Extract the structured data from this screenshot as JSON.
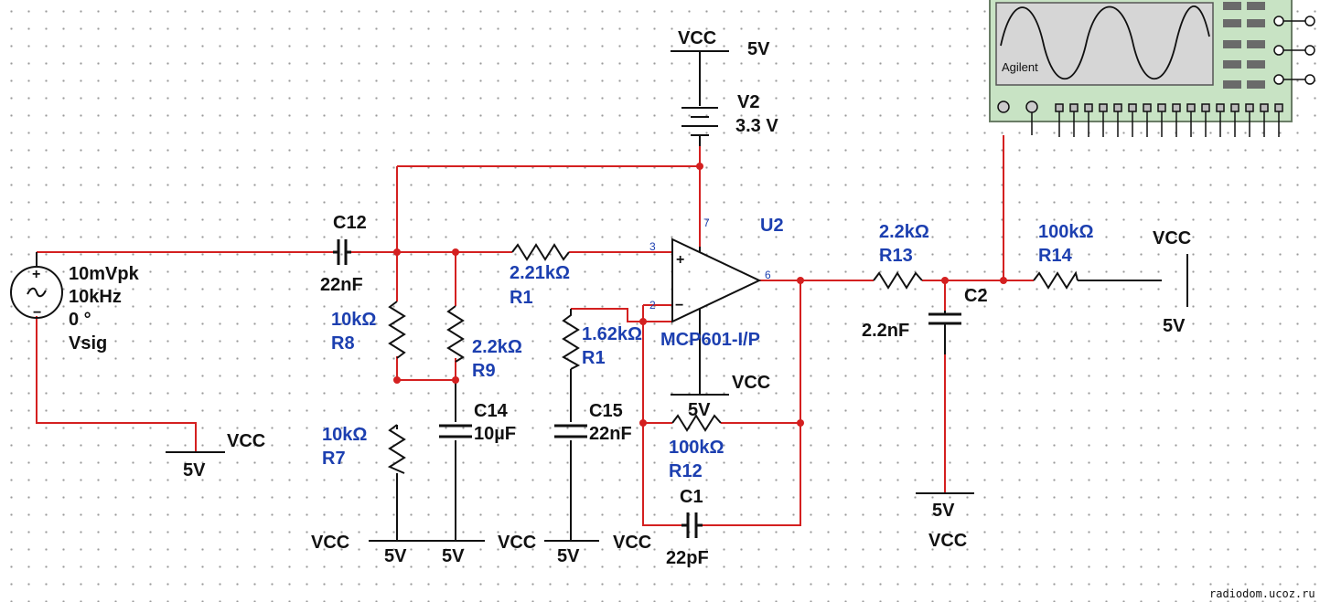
{
  "vcc_label": "VCC",
  "vcc_value": "5V",
  "source": {
    "amplitude": "10mVpk",
    "frequency": "10kHz",
    "phase": "0 °",
    "name": "Vsig"
  },
  "v2": {
    "name": "V2",
    "value": "3.3 V"
  },
  "u2": {
    "name": "U2",
    "part": "MCP601-I/P",
    "pin_inp": "3",
    "pin_inn": "2",
    "pin_out": "6",
    "pin_vdd": "7"
  },
  "c12": {
    "name": "C12",
    "value": "22nF"
  },
  "r8": {
    "name": "R8",
    "value": "10kΩ"
  },
  "r9": {
    "name": "R9",
    "value": "2.2kΩ"
  },
  "r7": {
    "name": "R7",
    "value": "10kΩ"
  },
  "c14": {
    "name": "C14",
    "value": "10µF"
  },
  "r1a": {
    "name": "R1",
    "value": "2.21kΩ"
  },
  "r1b": {
    "name": "R1",
    "value": "1.62kΩ"
  },
  "c15": {
    "name": "C15",
    "value": "22nF"
  },
  "r12": {
    "name": "R12",
    "value": "100kΩ"
  },
  "c1": {
    "name": "C1",
    "value": "22pF"
  },
  "r13": {
    "name": "R13",
    "value": "2.2kΩ"
  },
  "c2": {
    "name": "C2",
    "value": "2.2nF"
  },
  "r14": {
    "name": "R14",
    "value": "100kΩ"
  },
  "scope": {
    "brand": "Agilent"
  },
  "watermark": "radiodom.ucoz.ru"
}
